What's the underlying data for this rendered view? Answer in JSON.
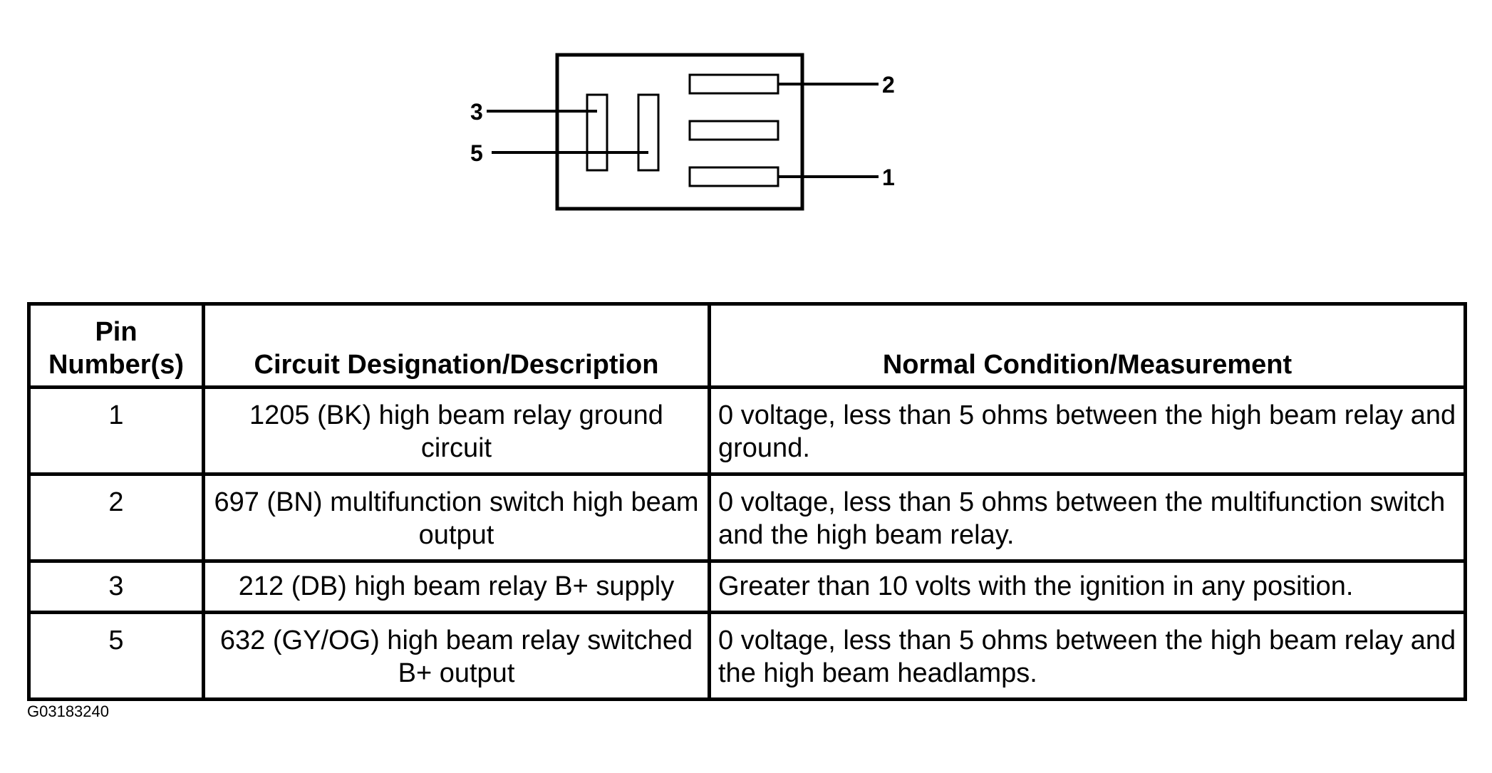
{
  "diagram": {
    "pin_labels": {
      "pin3": "3",
      "pin5": "5",
      "pin2": "2",
      "pin1": "1"
    }
  },
  "table": {
    "headers": [
      "Pin Number(s)",
      "Circuit Designation/Description",
      "Normal Condition/Measurement"
    ],
    "header_pin_line1": "Pin",
    "header_pin_line2": "Number(s)",
    "rows": [
      {
        "pin": "1",
        "circuit": "1205 (BK) high beam relay ground circuit",
        "measurement": "0 voltage, less than 5 ohms between the high beam relay and ground."
      },
      {
        "pin": "2",
        "circuit": "697 (BN) multifunction switch high beam output",
        "measurement": "0 voltage, less than 5 ohms between the multifunction switch and the high beam relay."
      },
      {
        "pin": "3",
        "circuit": "212 (DB) high beam relay B+ supply",
        "measurement": "Greater than 10 volts with the ignition in any position."
      },
      {
        "pin": "5",
        "circuit": "632 (GY/OG) high beam relay switched B+ output",
        "measurement": "0 voltage, less than 5 ohms between the high beam relay and the high beam headlamps."
      }
    ]
  },
  "figure_id": "G03183240"
}
